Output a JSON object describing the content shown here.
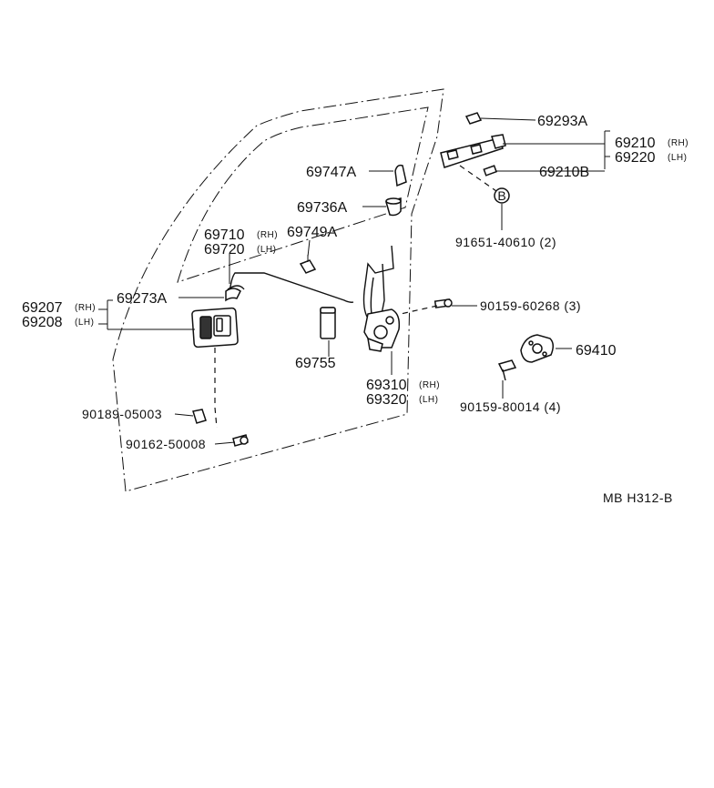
{
  "parts": {
    "p69293A": "69293A",
    "p69210": "69210",
    "p69210_sfx": "(RH)",
    "p69220": "69220",
    "p69220_sfx": "(LH)",
    "p69210B": "69210B",
    "p69747A": "69747A",
    "p69736A": "69736A",
    "p69710": "69710",
    "p69710_sfx": "(RH)",
    "p69720": "69720",
    "p69720_sfx": "(LH)",
    "p69749A": "69749A",
    "p91651": "91651-40610 (2)",
    "callout_b": "B",
    "p69207": "69207",
    "p69207_sfx": "(RH)",
    "p69208": "69208",
    "p69208_sfx": "(LH)",
    "p69273A": "69273A",
    "p90159_60268": "90159-60268 (3)",
    "p69755": "69755",
    "p69410": "69410",
    "p69310": "69310",
    "p69310_sfx": "(RH)",
    "p69320": "69320",
    "p69320_sfx": "(LH)",
    "p90159_80014": "90159-80014 (4)",
    "p90189": "90189-05003",
    "p90162": "90162-50008"
  },
  "diagram_code": "MB  H312-B"
}
